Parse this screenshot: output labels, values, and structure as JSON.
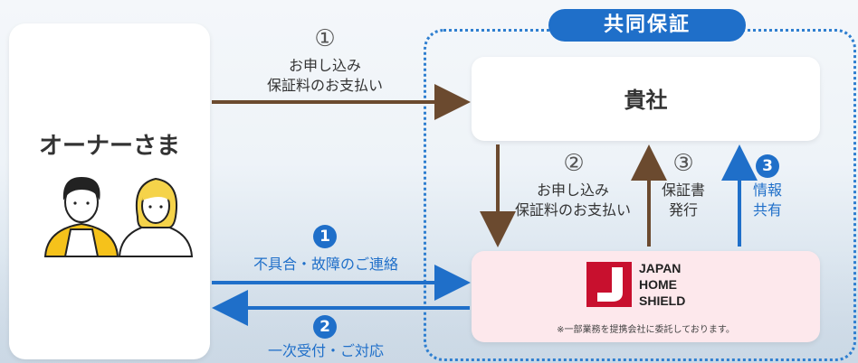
{
  "owner": {
    "label": "オーナーさま"
  },
  "group_label": "共同保証",
  "company": {
    "label": "貴社"
  },
  "jhs": {
    "logo_lines": [
      "JAPAN",
      "HOME",
      "SHIELD"
    ],
    "note": "※一部業務を提携会社に委託しております。"
  },
  "flows": {
    "top": {
      "number": "①",
      "line1": "お申し込み",
      "line2": "保証料のお支払い"
    },
    "mid_left": {
      "number": "②",
      "line1": "お申し込み",
      "line2": "保証料のお支払い"
    },
    "mid_center": {
      "number": "③",
      "line1": "保証書",
      "line2": "発行"
    },
    "mid_right": {
      "number": "3",
      "line1": "情報",
      "line2": "共有"
    },
    "bottom_in": {
      "number": "1",
      "text": "不具合・故障のご連絡"
    },
    "bottom_out": {
      "number": "2",
      "text": "一次受付・ご対応"
    }
  },
  "colors": {
    "brown": "#6b4a2f",
    "blue": "#1f6fc9",
    "red": "#c8102e",
    "pink": "#fde8ec"
  }
}
